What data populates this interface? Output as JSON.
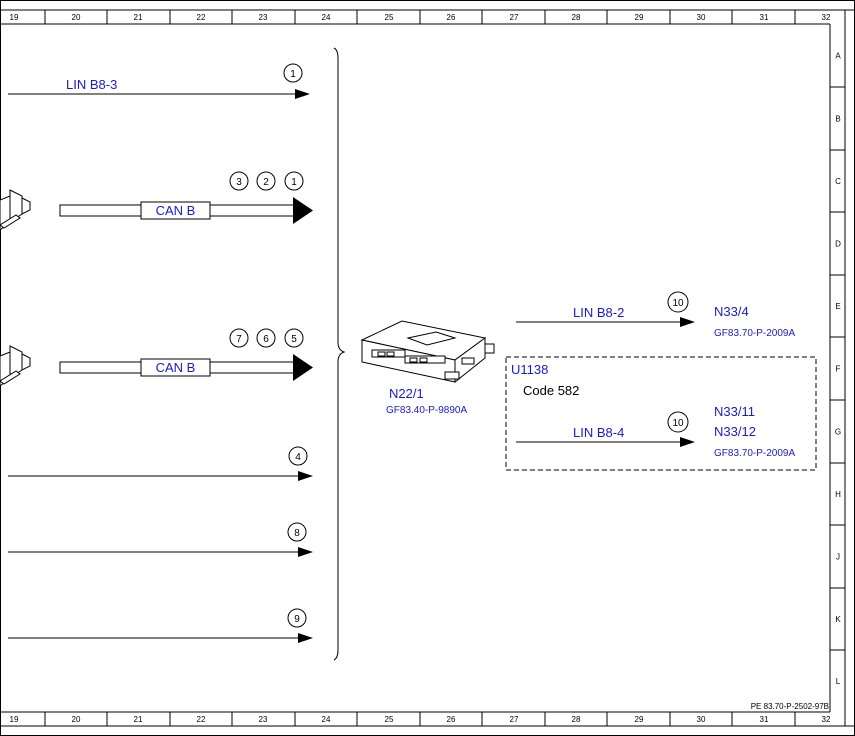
{
  "grid": {
    "top_columns": [
      "19",
      "20",
      "21",
      "22",
      "23",
      "24",
      "25",
      "26",
      "27",
      "28",
      "29",
      "30",
      "31",
      "32"
    ],
    "bottom_columns": [
      "19",
      "20",
      "21",
      "22",
      "23",
      "24",
      "25",
      "26",
      "27",
      "28",
      "29",
      "30",
      "31",
      "32"
    ],
    "rows": [
      "A",
      "B",
      "C",
      "D",
      "E",
      "F",
      "G",
      "H",
      "J",
      "K",
      "L"
    ]
  },
  "wires": {
    "lin_b8_3": "LIN B8-3",
    "can_b_1": "CAN B",
    "can_b_2": "CAN B",
    "lin_b8_2": "LIN B8-2",
    "lin_b8_4": "LIN B8-4"
  },
  "circles": {
    "w1": [
      "1"
    ],
    "w2": [
      "3",
      "2",
      "1"
    ],
    "w3": [
      "7",
      "6",
      "5"
    ],
    "w4": [
      "4"
    ],
    "w5": [
      "8"
    ],
    "w6": [
      "9"
    ],
    "lin2": [
      "10"
    ],
    "lin4": [
      "10"
    ]
  },
  "components": {
    "center_id": "N22/1",
    "center_ref": "GF83.40-P-9890A",
    "top_right_id": "N33/4",
    "top_right_ref": "GF83.70-P-2009A",
    "box_id": "U1138",
    "box_code": "Code 582",
    "bottom_right_id_1": "N33/11",
    "bottom_right_id_2": "N33/12",
    "bottom_right_ref": "GF83.70-P-2009A"
  },
  "footer": "PE 83.70-P-2502-97B",
  "colors": {
    "label_blue": "#1a1acc",
    "line": "#000000"
  }
}
